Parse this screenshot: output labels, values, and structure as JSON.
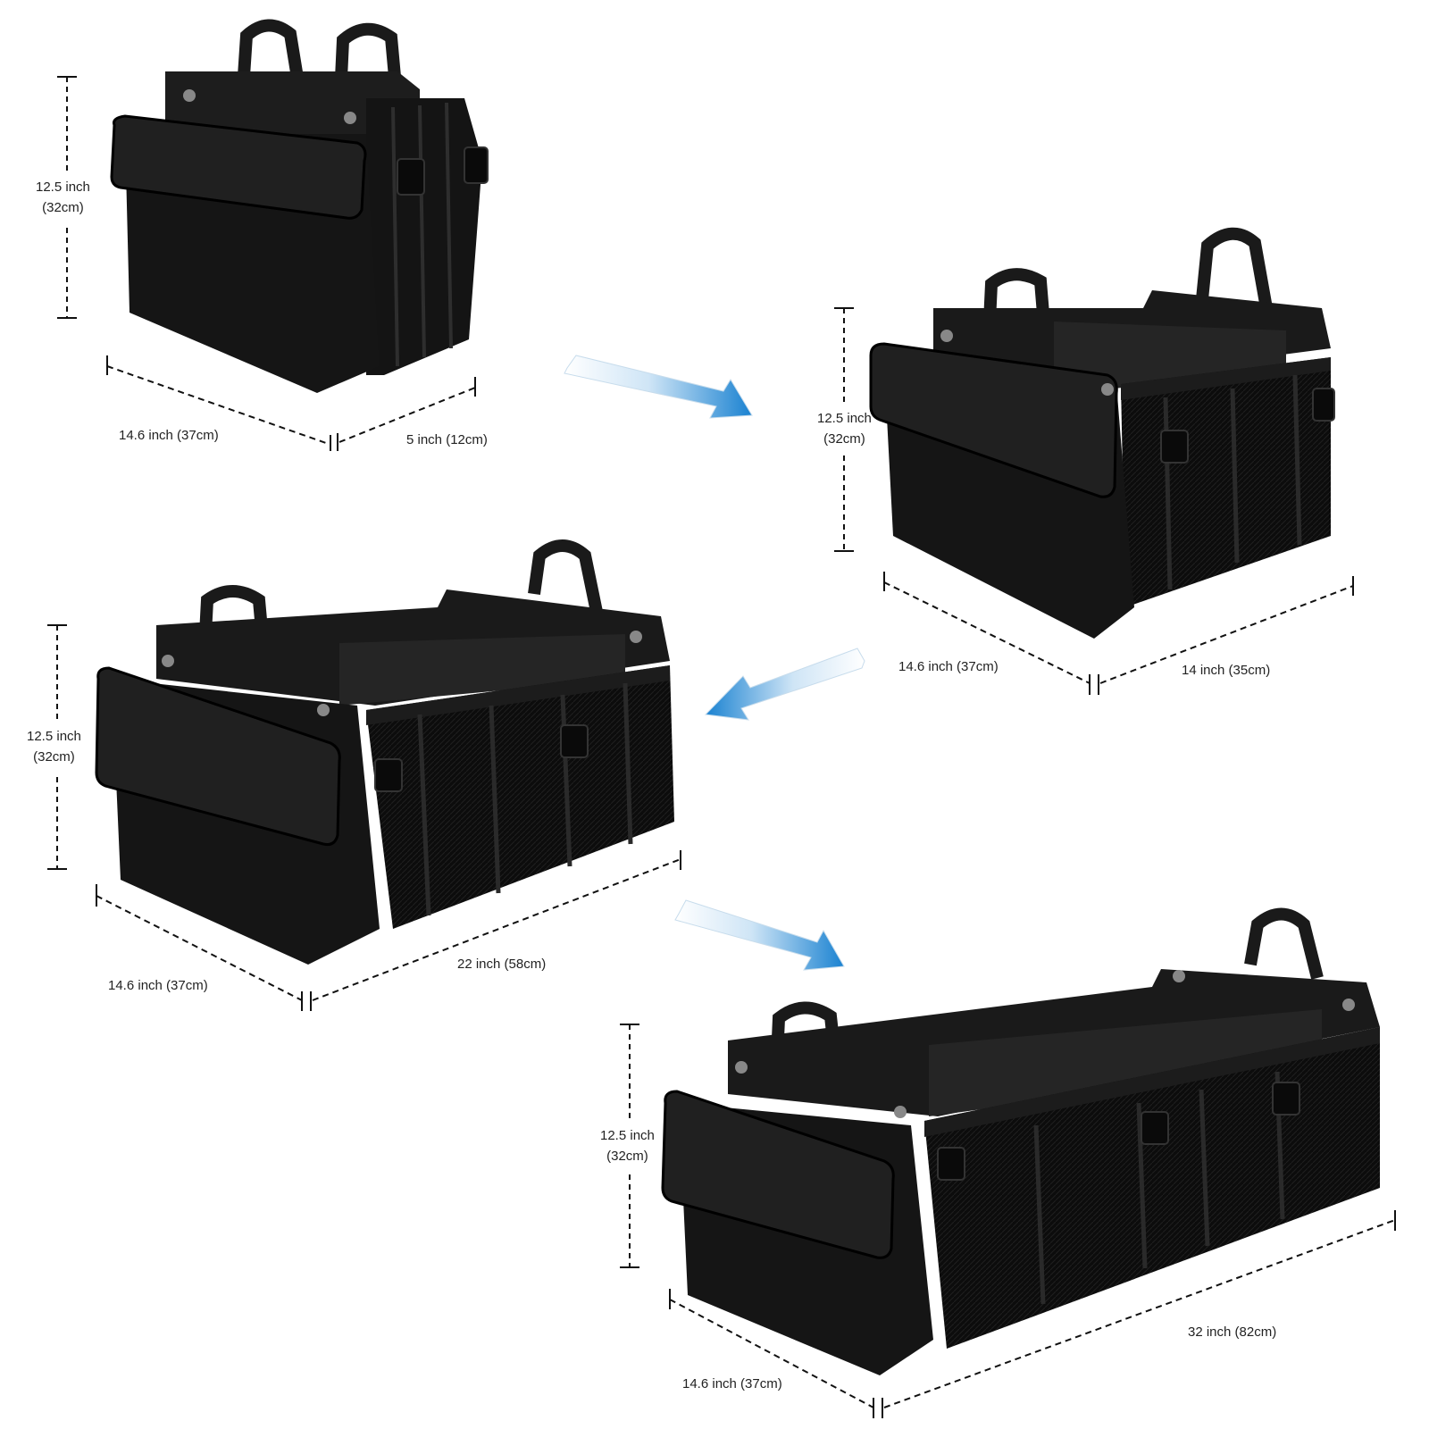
{
  "colors": {
    "bag_fill": "#151515",
    "bag_panel": "#262626",
    "bag_edge": "#3a3a3a",
    "mesh": "#0b0b0b",
    "dimension_line": "#111111",
    "arrow_light": "#e7f2fb",
    "arrow_dark": "#1a82d1",
    "label_text": "#222222"
  },
  "icons": [
    "bag-collapsed-icon",
    "bag-expanded-icon",
    "arrow-right-down-icon",
    "arrow-left-down-icon"
  ],
  "stages": [
    {
      "height_inch": "12.5 inch",
      "height_cm": "(32cm)",
      "width_label": "14.6 inch (37cm)",
      "length_label": "5 inch (12cm)"
    },
    {
      "height_inch": "12.5 inch",
      "height_cm": "(32cm)",
      "width_label": "14.6 inch (37cm)",
      "length_label": "14 inch (35cm)"
    },
    {
      "height_inch": "12.5 inch",
      "height_cm": "(32cm)",
      "width_label": "14.6 inch (37cm)",
      "length_label": "22 inch (58cm)"
    },
    {
      "height_inch": "12.5 inch",
      "height_cm": "(32cm)",
      "width_label": "14.6 inch (37cm)",
      "length_label": "32 inch (82cm)"
    }
  ]
}
